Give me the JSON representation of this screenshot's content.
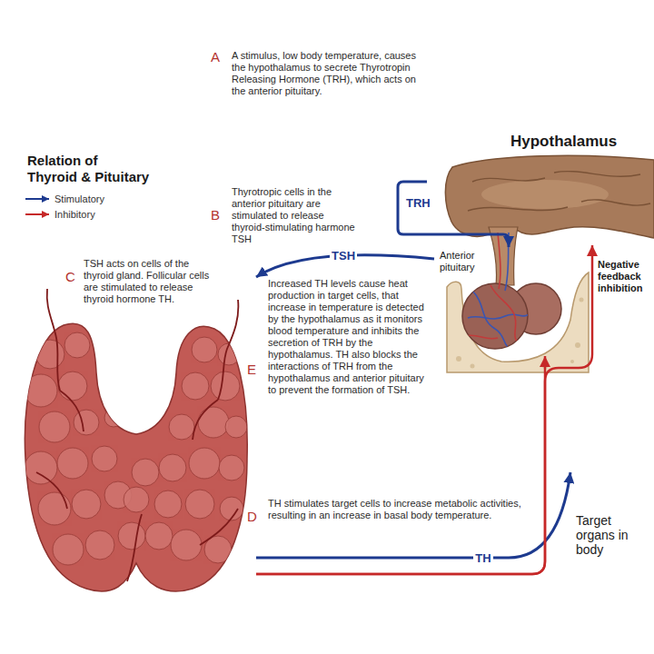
{
  "diagram": {
    "title": "Relation of Thyroid & Pituitary",
    "nodes": [
      {
        "text": [
          "Hypothalamus"
        ]
      },
      {
        "text": [
          "Anterior pituitary"
        ]
      },
      {
        "text": [
          "C",
          "TSH acts on cells of the thyroid gland. Follicular cells are stimulated to release thyroid hormone TH."
        ]
      },
      {
        "text": [
          "Target organs in body"
        ]
      }
    ],
    "edges": [
      {
        "from": 0,
        "to": 1,
        "label": "TRH",
        "arrow": "to"
      },
      {
        "from": 1,
        "to": 2,
        "label": "TSH",
        "arrow": "to"
      },
      {
        "from": 2,
        "to": 3,
        "label": "TH",
        "arrow": "to"
      },
      {
        "from": 2,
        "to": 0,
        "label": "Negative feedback inhibition",
        "arrow": "to"
      },
      {
        "from": 2,
        "to": 1,
        "arrow": "to"
      }
    ],
    "labels": [
      "A",
      "A stimulus, low body temperature, causes the hypothalamus to secrete Thyrotropin Releasing Hormone (TRH), which acts on the anterior pituitary.",
      "B",
      "Thyrotropic cells in the anterior pituitary are stimulated to release thyroid-stimulating harmone TSH",
      "E",
      "Increased TH levels cause heat production in target cells, that increase in temperature is detected by the hypothalamus as it monitors blood temperature and inhibits the secretion of TRH by the hypothalamus. TH also blocks the interactions of TRH from the hypothalamus and anterior pituitary to prevent the formation of TSH.",
      "D",
      "TH stimulates target cells to increase metabolic activities, resulting in an increase in basal body temperature."
    ],
    "legend": [
      {
        "text": "Stimulatory"
      },
      {
        "text": "Inhibitory"
      }
    ]
  }
}
